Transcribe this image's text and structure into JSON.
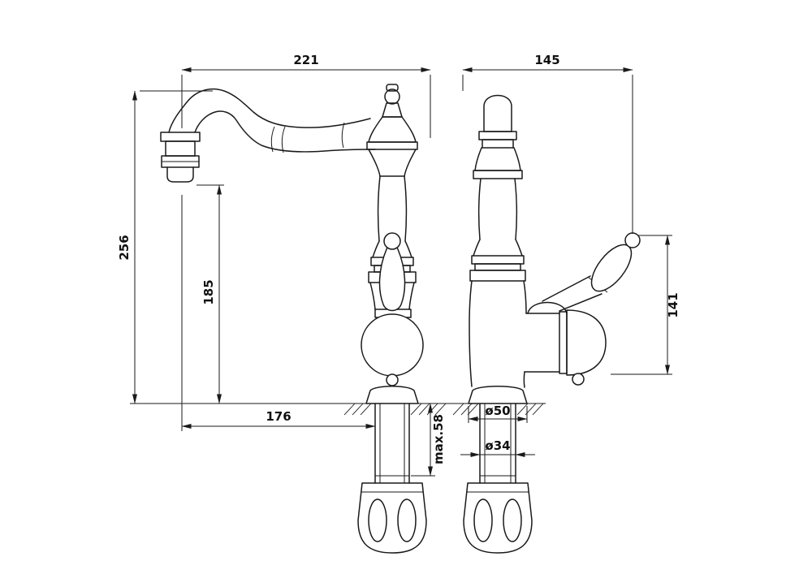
{
  "canvas": {
    "background": "#ffffff",
    "ink": "#1a1a1a"
  },
  "labels": {
    "dim_spout_span": "221",
    "dim_front_span": "145",
    "dim_total_height": "256",
    "dim_outlet_height": "185",
    "dim_reach": "176",
    "dim_max_deck": "max.58",
    "dim_base_dia": "ø50",
    "dim_shank_dia": "ø34",
    "dim_handle_height": "141"
  }
}
